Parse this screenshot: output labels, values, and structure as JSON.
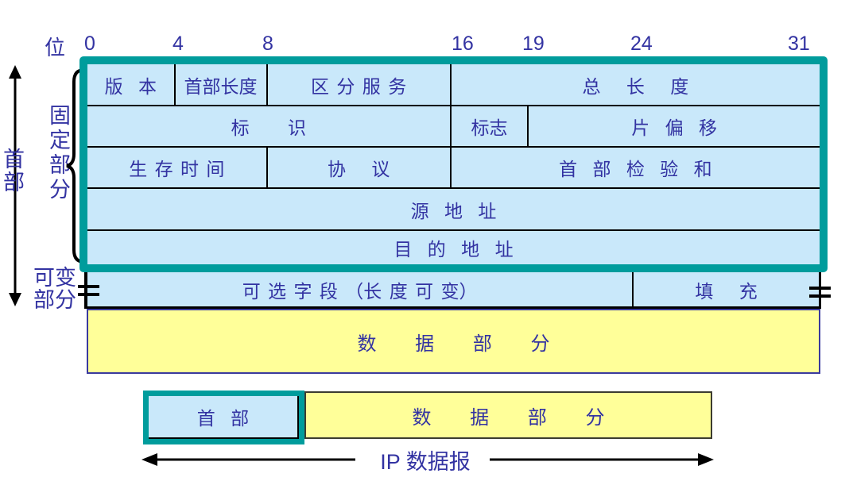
{
  "bit_ruler": {
    "unit_label": "位",
    "ticks": [
      "0",
      "4",
      "8",
      "16",
      "19",
      "24",
      "31"
    ]
  },
  "side_labels": {
    "header": "首部",
    "fixed_part": "固定部分",
    "variable_part_line1": "可变",
    "variable_part_line2": "部分"
  },
  "fixed_header": {
    "row1": {
      "version": "版 本",
      "header_length": "首部长度",
      "differentiated_services": "区 分 服 务",
      "total_length": "总 长 度"
    },
    "row2": {
      "identification": "标 识",
      "flags": "标志",
      "fragment_offset": "片 偏 移"
    },
    "row3": {
      "time_to_live": "生 存 时 间",
      "protocol": "协 议",
      "header_checksum": "首 部 检 验 和"
    },
    "row4": {
      "source_address": "源 地 址"
    },
    "row5": {
      "destination_address": "目 的 地 址"
    }
  },
  "variable_part": {
    "options": "可 选 字 段 （长 度 可 变）",
    "padding": "填 充"
  },
  "data_section": {
    "label": "数 据 部 分"
  },
  "datagram_overview": {
    "header": "首 部",
    "data": "数 据 部 分",
    "caption": "IP 数据报"
  },
  "colors": {
    "teal_border": "#009C9C",
    "field_fill": "#C9E8FA",
    "data_fill": "#FFFF99",
    "text_ink": "#3333A2"
  }
}
